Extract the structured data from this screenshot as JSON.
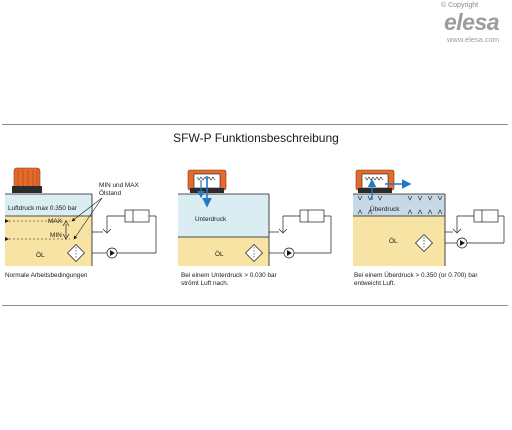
{
  "header": {
    "copyright": "© Copyright",
    "logo": "elesa",
    "url": "www.elesa.com"
  },
  "title": "SFW-P Funktionsbeschreibung",
  "colors": {
    "oil": "#f7e3a3",
    "air_normal": "#d9edf3",
    "air_overpressure": "#c7d9e6",
    "cap": "#e56a2e",
    "cap_dark": "#2b2b2b",
    "flow_arrow": "#2478c8",
    "line": "#1a1a1a"
  },
  "panels": [
    {
      "id": "normal",
      "air_label": "Luftdruck max 0.350 bar",
      "oil_label": "ÖL",
      "max_label": "MAX",
      "min_label": "MIN",
      "callout_label": "MIN und MAX Ölstand",
      "caption": [
        "Normale Arbeitsbedingungen"
      ]
    },
    {
      "id": "underpressure",
      "air_label": "Unterdruck",
      "oil_label": "ÖL",
      "caption": [
        "Bei einem Unterdruck > 0.030 bar",
        "strömt Luft nach."
      ]
    },
    {
      "id": "overpressure",
      "air_label": "Überdruck",
      "oil_label": "ÖL",
      "caption": [
        "Bei einem Überdruck > 0.350 (or 0.700) bar",
        "entweicht Luft."
      ]
    }
  ]
}
